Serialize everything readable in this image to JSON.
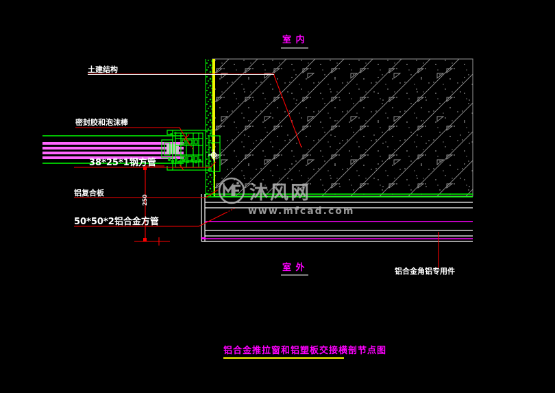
{
  "drawing": {
    "background_color": "#000000",
    "title": "铝合金推拉窗和铝塑板交接横剖节点图",
    "title_underline_color": "#ffff00"
  },
  "orientation_labels": {
    "indoor": "室 内",
    "outdoor": "室 外"
  },
  "callouts": [
    {
      "id": "structure",
      "text": "土建结构",
      "color": "#ffffff"
    },
    {
      "id": "sealant",
      "text": "密封胶和泡沫棒",
      "color": "#ffffff"
    },
    {
      "id": "tube38",
      "text": "38*25*1钢方管",
      "color": "#ffffff"
    },
    {
      "id": "alu-panel",
      "text": "铝复合板",
      "color": "#ffffff"
    },
    {
      "id": "tube50",
      "text": "50*50*2铝合金方管",
      "color": "#ffffff"
    },
    {
      "id": "angle-part",
      "text": "铝合金角铝专用件",
      "color": "#ffffff"
    }
  ],
  "dimension": {
    "value": "250"
  },
  "watermark": {
    "logo_text": "MF",
    "brand": "沐风网",
    "url": "www.mfcad.com",
    "color": "#b9b9b9"
  },
  "colors": {
    "leader_red": "#ff0000",
    "profile_green": "#00ff00",
    "glass_magenta": "#ff66ff",
    "hatch_grey": "#999999",
    "insulation_green": "#00cc00",
    "outline_white": "#ffffff",
    "accent_yellow": "#ffff00",
    "text_magenta": "#ff00ff"
  }
}
